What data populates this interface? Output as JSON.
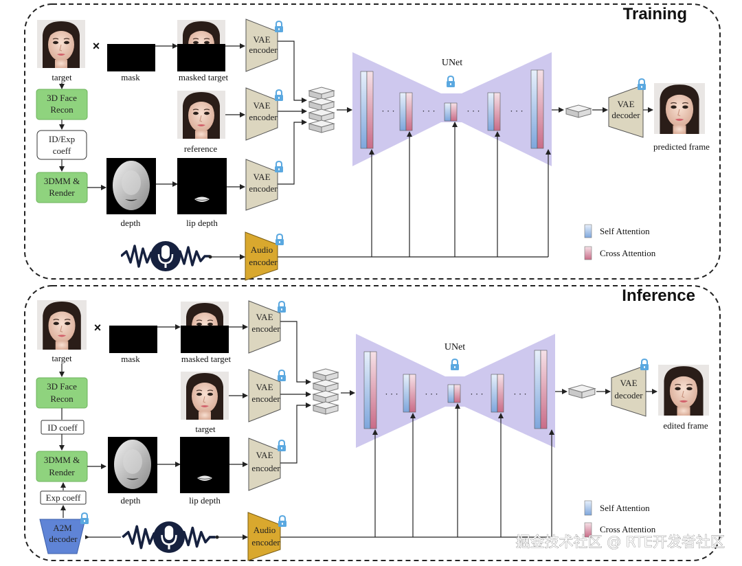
{
  "colors": {
    "green_box": "#8fd37e",
    "vae": "#dcd6bf",
    "audio": "#d9a82e",
    "unet": "#c9c2ec",
    "self_attention": "#a9c4ea",
    "cross_attention": "#e7a6b8",
    "a2m": "#5f84d6"
  },
  "training": {
    "title": "Training",
    "target": "target",
    "mask": "mask",
    "masked_target": "masked target",
    "reference": "reference",
    "face_recon": [
      "3D Face",
      "Recon"
    ],
    "coeff": [
      "ID/Exp",
      "coeff"
    ],
    "render": [
      "3DMM &",
      "Render"
    ],
    "depth": "depth",
    "lip_depth": "lip depth",
    "vae_encoder": [
      "VAE",
      "encoder"
    ],
    "audio_encoder": [
      "Audio",
      "encoder"
    ],
    "unet": "UNet",
    "vae_decoder": [
      "VAE",
      "decoder"
    ],
    "output": "predicted frame",
    "legend_self": "Self Attention",
    "legend_cross": "Cross Attention"
  },
  "inference": {
    "title": "Inference",
    "target": "target",
    "mask": "mask",
    "masked_target": "masked target",
    "second_input": "target",
    "face_recon": [
      "3D Face",
      "Recon"
    ],
    "id_coeff": "ID coeff",
    "render": [
      "3DMM &",
      "Render"
    ],
    "exp_coeff": "Exp coeff",
    "a2m_decoder": [
      "A2M",
      "decoder"
    ],
    "depth": "depth",
    "lip_depth": "lip depth",
    "vae_encoder": [
      "VAE",
      "encoder"
    ],
    "audio_encoder": [
      "Audio",
      "encoder"
    ],
    "unet": "UNet",
    "vae_decoder": [
      "VAE",
      "decoder"
    ],
    "output": "edited frame",
    "legend_self": "Self Attention",
    "legend_cross": "Cross Attention"
  },
  "symbols": {
    "times": "×",
    "ellipsis": "· · ·"
  },
  "watermark": "掘金技术社区 @ RTE开发者社区"
}
